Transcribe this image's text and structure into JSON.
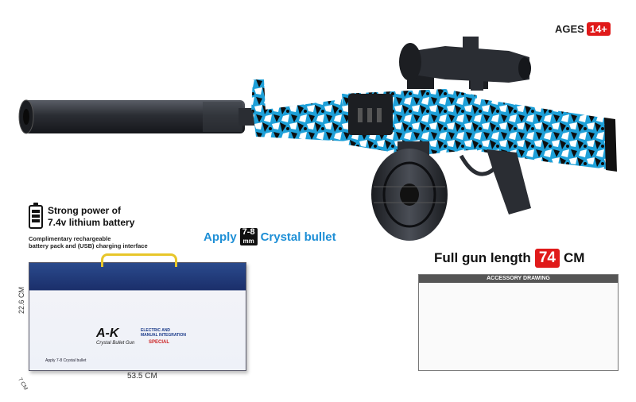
{
  "age_badge": {
    "label": "AGES",
    "value": "14+"
  },
  "battery": {
    "line1": "Strong power of",
    "line2": "7.4v lithium battery",
    "sub1": "Complimentary rechargeable",
    "sub2": "battery pack and (USB) charging interface"
  },
  "ammo": {
    "prefix": "Apply",
    "size_value": "7-8",
    "size_unit": "mm",
    "suffix": "Crystal bullet"
  },
  "length": {
    "label": "Full gun length",
    "value": "74",
    "unit": "CM"
  },
  "package": {
    "brand": "A-K",
    "subtitle": "Crystal Bullet Gun",
    "features_1": "ELECTRIC AND",
    "features_2": "MANUAL INTEGRATION",
    "special": "SPECIAL",
    "footer": "Apply 7-8 Crystal bullet"
  },
  "dimensions": {
    "height": "22.6 CM",
    "width": "53.5 CM",
    "depth": "7 CM"
  },
  "accessories": {
    "title": "ACCESSORY DRAWING"
  },
  "colors": {
    "accent_blue": "#1e8fd6",
    "badge_red": "#e01a1a",
    "gun_body": "#2a2d33"
  }
}
